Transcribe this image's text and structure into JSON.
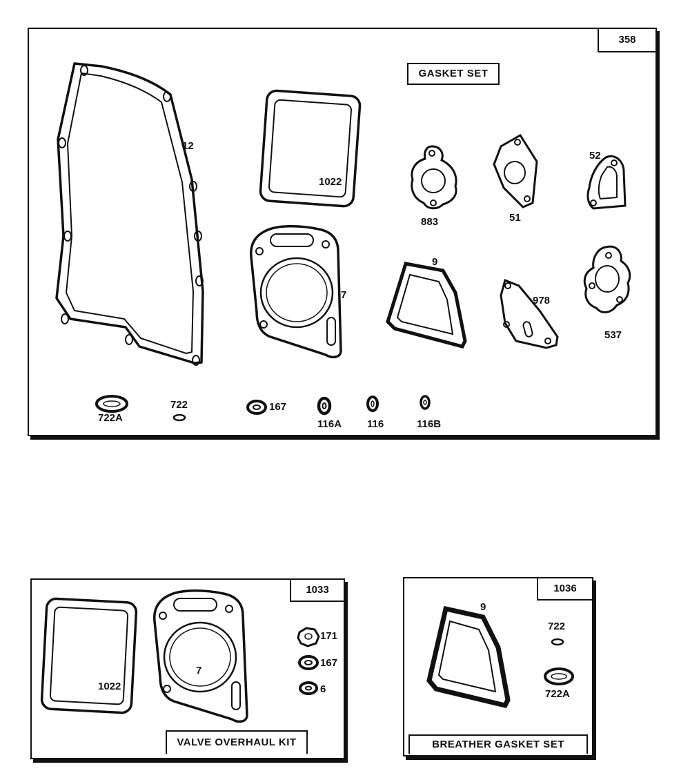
{
  "panels": {
    "main": {
      "kit_number": "358",
      "title": "GASKET SET",
      "parts": {
        "p12": "12",
        "p1022": "1022",
        "p883": "883",
        "p51": "51",
        "p52": "52",
        "p7": "7",
        "p9": "9",
        "p978": "978",
        "p537": "537",
        "p722A": "722A",
        "p722": "722",
        "p167": "167",
        "p116A": "116A",
        "p116": "116",
        "p116B": "116B"
      }
    },
    "valve": {
      "kit_number": "1033",
      "title": "VALVE OVERHAUL KIT",
      "parts": {
        "p1022": "1022",
        "p7": "7",
        "p171": "171",
        "p167": "167",
        "p6": "6"
      }
    },
    "breather": {
      "kit_number": "1036",
      "title": "BREATHER GASKET SET",
      "parts": {
        "p9": "9",
        "p722": "722",
        "p722A": "722A"
      }
    }
  }
}
